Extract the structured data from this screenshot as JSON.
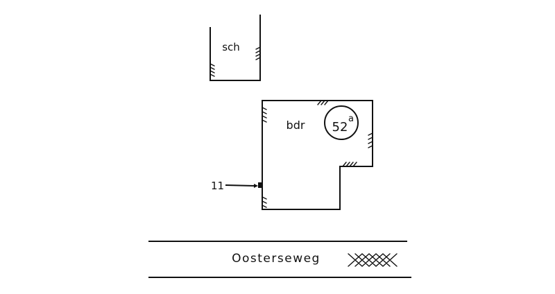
{
  "buildings": {
    "shed": {
      "label": "sch"
    },
    "main": {
      "label": "bdr"
    }
  },
  "house_number": {
    "number": "52",
    "suffix": "a"
  },
  "pointer": {
    "label": "11"
  },
  "street": {
    "name": "Oosterseweg"
  },
  "colors": {
    "ink": "#111111",
    "paper": "#ffffff"
  }
}
